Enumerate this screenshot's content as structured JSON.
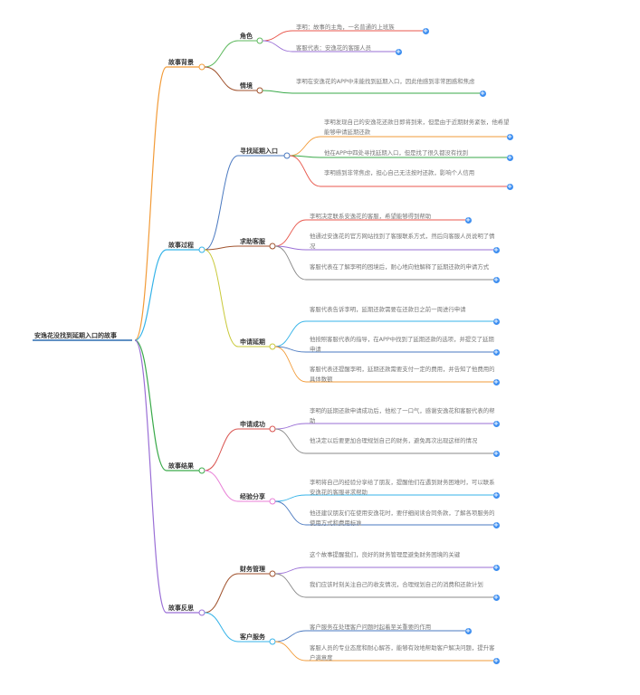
{
  "root": "安逸花没找到延期入口的故事",
  "branches": [
    {
      "label": "故事背景",
      "color": "#f29b38",
      "children": [
        {
          "label": "角色",
          "color": "#5cb85c",
          "leaves": [
            {
              "text": "李明：故事的主角，一名普通的上班族",
              "color": "#e8574c"
            },
            {
              "text": "客服代表：安逸花的客服人员",
              "color": "#9a6fd6"
            }
          ]
        },
        {
          "label": "情境",
          "color": "#a0522d",
          "leaves": [
            {
              "text": "李明在安逸花的APP中未能找到延期入口，因此他感到非常困惑和焦虑",
              "color": "#3aaa4a"
            }
          ]
        }
      ]
    },
    {
      "label": "故事过程",
      "color": "#35b3e8",
      "children": [
        {
          "label": "寻找延期入口",
          "color": "#4a79c0",
          "leaves": [
            {
              "text": "李明发现自己的安逸花还款日即将到来，但是由于近期财务紧张，他希望能够申请延期还款",
              "color": "#f29b38"
            },
            {
              "text": "他在APP中四处寻找延期入口，但是找了很久都没有找到",
              "color": "#3aaa4a"
            },
            {
              "text": "李明感到非常焦虑，担心自己无法按时还款，影响个人信用",
              "color": "#e8574c"
            }
          ]
        },
        {
          "label": "求助客服",
          "color": "#a0522d",
          "leaves": [
            {
              "text": "李明决定联系安逸花的客服，希望能够得到帮助",
              "color": "#e8574c"
            },
            {
              "text": "他通过安逸花的官方网站找到了客服联系方式，然后向客服人员说明了情况",
              "color": "#9a6fd6"
            },
            {
              "text": "客服代表在了解李明的困境后，耐心地向他解释了延期还款的申请方式",
              "color": "#888888"
            }
          ]
        },
        {
          "label": "申请延期",
          "color": "#c9c93a",
          "leaves": [
            {
              "text": "客服代表告诉李明，延期还款需要在还款日之前一周进行申请",
              "color": "#35b3e8"
            },
            {
              "text": "他按照客服代表的指导，在APP中找到了延期还款的选项，并提交了延期申请",
              "color": "#4a79c0"
            },
            {
              "text": "客服代表还提醒李明，延期还款需要支付一定的费用，并告知了他费用的具体数额",
              "color": "#f29b38"
            }
          ]
        }
      ]
    },
    {
      "label": "故事结果",
      "color": "#3aaa4a",
      "children": [
        {
          "label": "申请成功",
          "color": "#d9534f",
          "leaves": [
            {
              "text": "李明的延期还款申请成功后，他松了一口气，感谢安逸花和客服代表的帮助",
              "color": "#9a6fd6"
            },
            {
              "text": "他决定以后要更加合理规划自己的财务，避免再次出现这样的情况",
              "color": "#888888"
            }
          ]
        },
        {
          "label": "经验分享",
          "color": "#e87ed6",
          "leaves": [
            {
              "text": "李明将自己的经验分享给了朋友，提醒他们在遇到财务困难时，可以联系安逸花的客服寻求帮助",
              "color": "#35b3e8"
            },
            {
              "text": "他还建议朋友们在使用安逸花时，要仔细阅读合同条款，了解各项服务的使用方式和费用标准",
              "color": "#4a79c0"
            }
          ]
        }
      ]
    },
    {
      "label": "故事反思",
      "color": "#9a6fd6",
      "children": [
        {
          "label": "财务管理",
          "color": "#a0522d",
          "leaves": [
            {
              "text": "这个故事提醒我们，良好的财务管理是避免财务困境的关键",
              "color": "#9a6fd6"
            },
            {
              "text": "我们应该时刻关注自己的收支情况，合理规划自己的消费和还款计划",
              "color": "#888888"
            }
          ]
        },
        {
          "label": "客户服务",
          "color": "#35b3e8",
          "leaves": [
            {
              "text": "客户服务在处理客户问题时起着至关重要的作用",
              "color": "#4a79c0"
            },
            {
              "text": "客服人员的专业态度和耐心解答，能够有效地帮助客户解决问题，提升客户满意度",
              "color": "#f29b38"
            }
          ]
        }
      ]
    }
  ]
}
